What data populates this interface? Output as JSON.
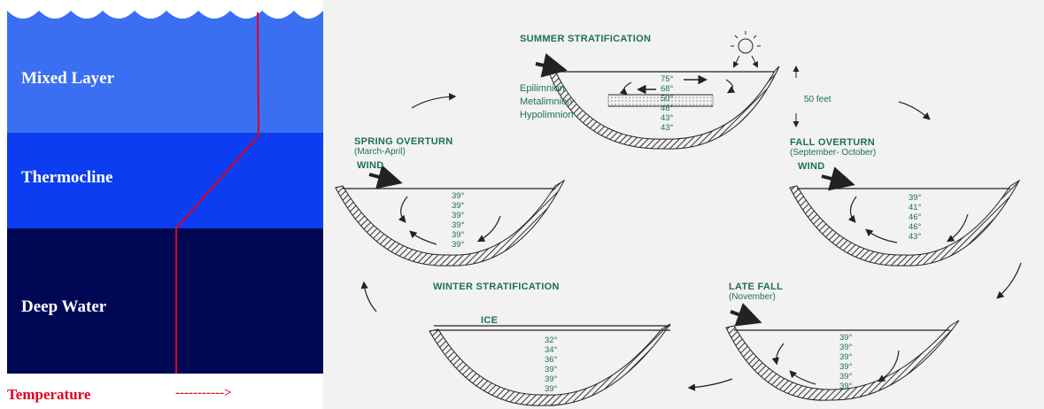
{
  "left_panel": {
    "layers": {
      "mixed": "Mixed Layer",
      "thermocline": "Thermocline",
      "deep": "Deep Water"
    },
    "temperature_label": "Temperature",
    "temperature_arrow": "----------->",
    "colors": {
      "mixed": "#3b6ff2",
      "thermocline": "#0d3df0",
      "deep": "#000855",
      "profile_line": "#e3001b"
    }
  },
  "right_panel": {
    "summer": {
      "title": "SUMMER STRATIFICATION",
      "layer_names": [
        "Epilimnion",
        "Metalimnion",
        "Hypolimnion"
      ],
      "temps": [
        "75°",
        "68°",
        "50°",
        "46°",
        "43°",
        "43°"
      ],
      "depth_label": "50 feet"
    },
    "spring": {
      "title": "SPRING OVERTURN",
      "months": "(March-April)",
      "wind": "WIND",
      "temps": [
        "39°",
        "39°",
        "39°",
        "39°",
        "39°",
        "39°"
      ]
    },
    "fall": {
      "title": "FALL OVERTURN",
      "months": "(September- October)",
      "wind": "WIND",
      "temps": [
        "39°",
        "41°",
        "46°",
        "46°",
        "43°"
      ]
    },
    "winter": {
      "title": "WINTER STRATIFICATION",
      "ice": "ICE",
      "temps": [
        "32°",
        "34°",
        "36°",
        "39°",
        "39°",
        "39°"
      ]
    },
    "late_fall": {
      "title": "LATE FALL",
      "months": "(November)",
      "temps": [
        "39°",
        "39°",
        "39°",
        "39°",
        "39°",
        "39°"
      ]
    },
    "ink_color": "#1d6f5a"
  }
}
